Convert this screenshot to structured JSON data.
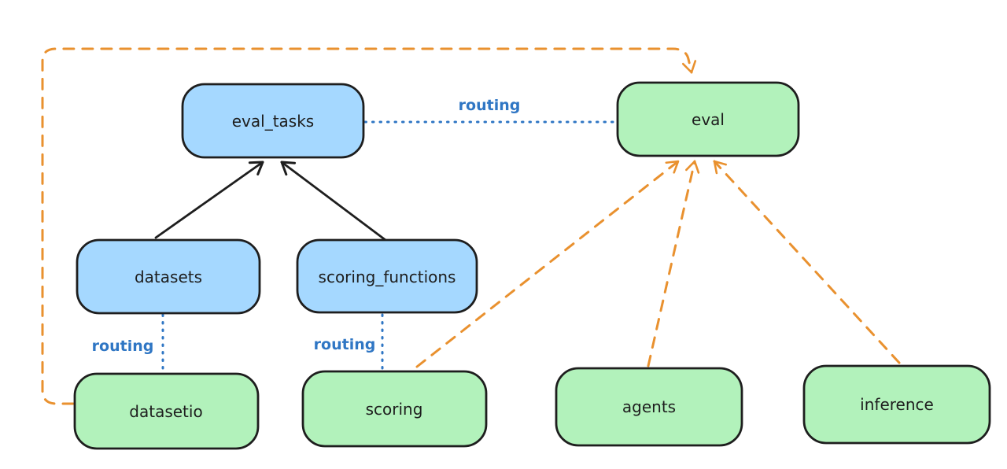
{
  "diagram": {
    "colors": {
      "blue_fill": "#a5d8ff",
      "green_fill": "#b2f2bb",
      "node_stroke": "#1e1e1e",
      "orange_edge": "#e9912f",
      "blue_edge": "#2f76c4",
      "background": "#ffffff"
    },
    "nodes": {
      "eval_tasks": {
        "label": "eval_tasks"
      },
      "eval": {
        "label": "eval"
      },
      "datasets": {
        "label": "datasets"
      },
      "scoring_functions": {
        "label": "scoring_functions"
      },
      "datasetio": {
        "label": "datasetio"
      },
      "scoring": {
        "label": "scoring"
      },
      "agents": {
        "label": "agents"
      },
      "inference": {
        "label": "inference"
      }
    },
    "edge_labels": {
      "routing_eval_tasks_to_eval": "routing",
      "routing_datasets_to_datasetio": "routing",
      "routing_scoring_functions_to_scoring": "routing"
    }
  }
}
